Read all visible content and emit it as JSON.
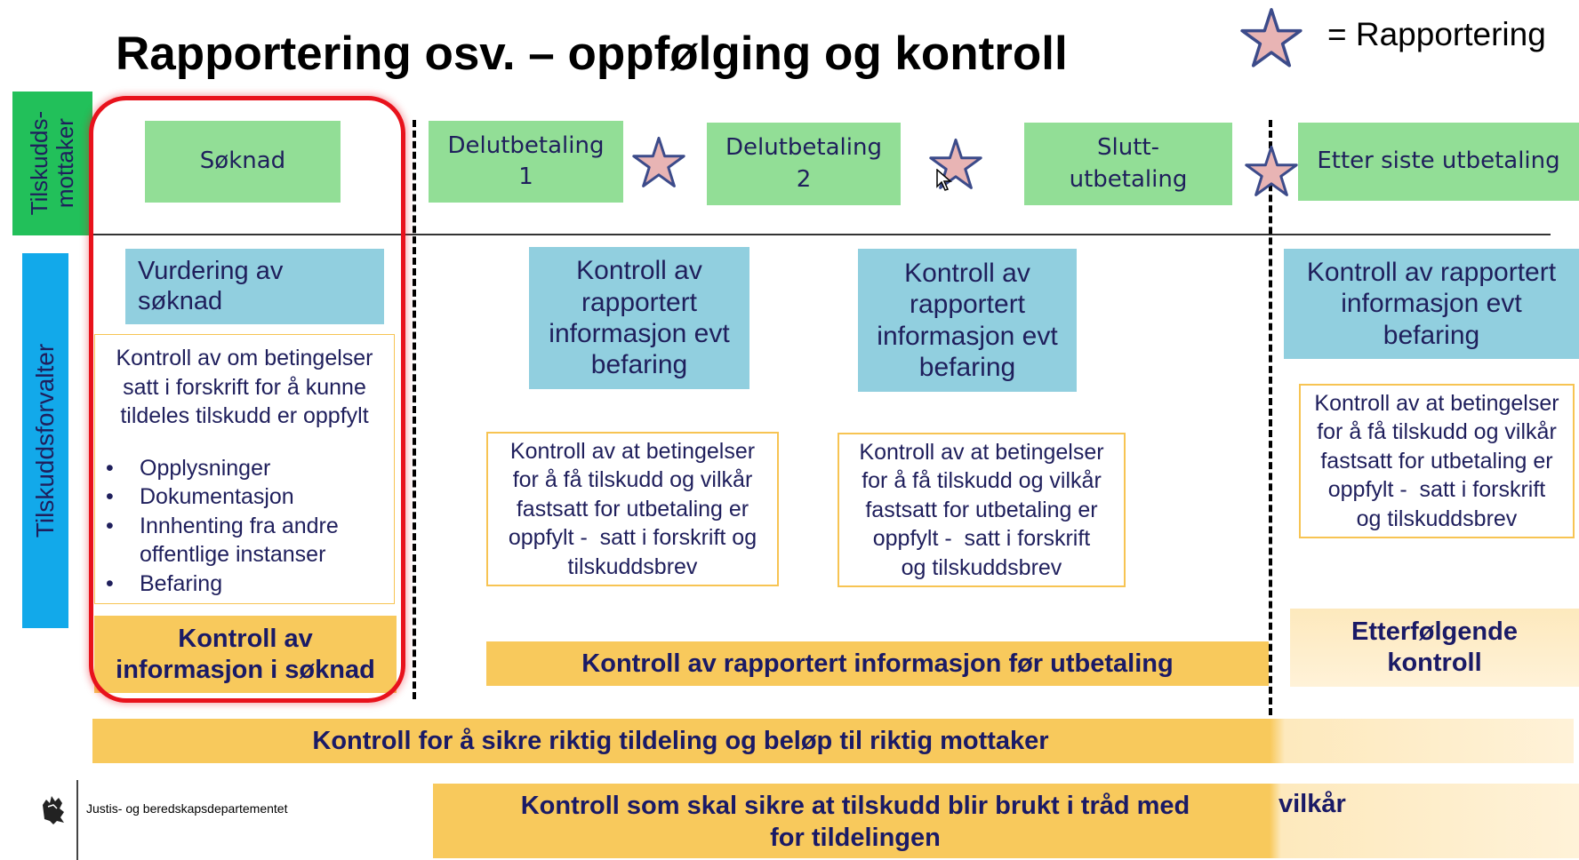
{
  "title": "Rapportering osv.  – oppfølging og kontroll",
  "legend": {
    "text": "= Rapportering",
    "icon": "star-icon",
    "star_fill": "#e8b4b4",
    "star_stroke": "#3c4b8a"
  },
  "rows": {
    "top_label": "Tilskudds-\nmottaker",
    "bottom_label": "Tilskuddsforvalter"
  },
  "stages": [
    {
      "label": "Søknad"
    },
    {
      "label": "Delutbetaling\n1"
    },
    {
      "label": "Delutbetaling\n2"
    },
    {
      "label": "Slutt-\nutbetaling"
    },
    {
      "label": "Etter siste utbetaling"
    }
  ],
  "col1": {
    "header": "Vurdering av\nsøknad",
    "body_intro": "Kontroll av om betingelser satt i forskrift for å kunne tildeles tilskudd er oppfylt",
    "bullets": [
      "Opplysninger",
      "Dokumentasjon",
      "Innhenting fra andre offentlige instanser",
      "Befaring"
    ],
    "footer": "Kontroll av\ninformasjon i søknad"
  },
  "col2": {
    "header": "Kontroll av\nrapportert\ninformasjon evt\nbefaring",
    "body": "Kontroll av at betingelser\nfor å få tilskudd og vilkår\nfastsatt for utbetaling er\noppfylt -  satt i forskrift og\ntilskuddsbrev"
  },
  "col3": {
    "header": "Kontroll av\nrapportert\ninformasjon evt\nbefaring",
    "body": "Kontroll av at betingelser\nfor å få tilskudd og vilkår\nfastsatt for utbetaling er\noppfylt -  satt i forskrift\nog tilskuddsbrev"
  },
  "col4": {
    "header": "Kontroll av rapportert\ninformasjon evt\nbefaring",
    "body": "Kontroll av at betingelser\nfor å få tilskudd og vilkår\nfastsatt for utbetaling er\noppfylt -  satt i forskrift\nog tilskuddsbrev",
    "footer": "Etterfølgende\nkontroll"
  },
  "bars": {
    "middle": "Kontroll av rapportert informasjon før utbetaling",
    "wide": "Kontroll for å sikre riktig tildeling og beløp til riktig mottaker",
    "bottom": "Kontroll som skal sikre at tilskudd blir brukt i tråd med\nfor tildelingen",
    "bottom_tail": "vilkår"
  },
  "footer_org": "Justis- og beredskapsdepartementet",
  "colors": {
    "green": "#92de96",
    "blue": "#91cfdf",
    "orange": "#f8c95c",
    "highlight": "#e8121c",
    "sidebar_top": "#22c05a",
    "sidebar_bottom": "#12a9ea"
  }
}
